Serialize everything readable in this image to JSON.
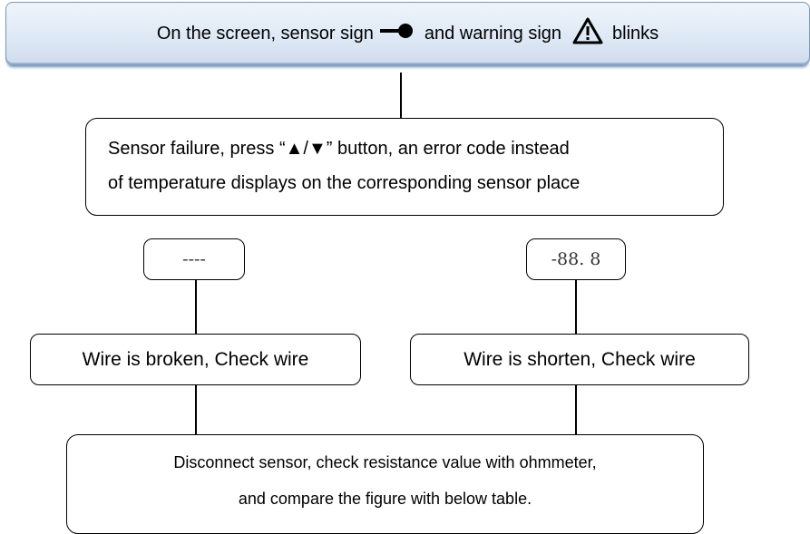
{
  "banner": {
    "text_before_sensor": "On the screen, sensor sign",
    "text_between": "and warning sign",
    "text_after": "blinks",
    "sensor_icon": "sensor-icon",
    "warning_icon": "warning-icon"
  },
  "failure": {
    "line1": "Sensor failure, press “▲/▼” button, an error code instead",
    "line2": "of temperature displays on the corresponding sensor place"
  },
  "codes": {
    "broken": "----",
    "short": "-88. 8"
  },
  "wires": {
    "broken": "Wire is broken, Check wire",
    "short": "Wire is shorten, Check wire"
  },
  "disconnect": {
    "line1": "Disconnect sensor, check resistance value with ohmmeter,",
    "line2": "and compare the figure with below table."
  },
  "colors": {
    "banner_fill": "#dfe9f5",
    "banner_border": "#7e98b8",
    "stroke": "#000000"
  }
}
